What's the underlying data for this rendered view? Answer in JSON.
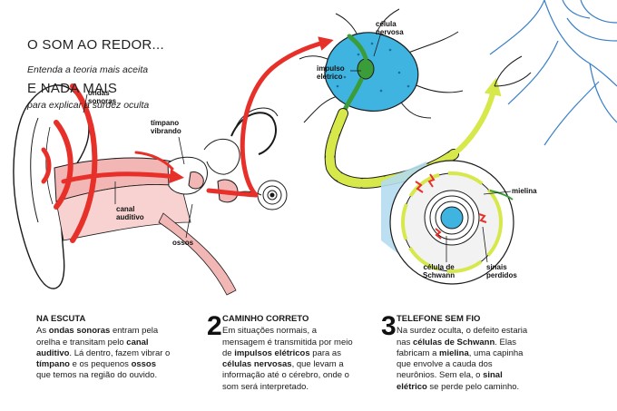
{
  "header": {
    "title_line1": "O SOM AO REDOR...",
    "title_line2": "E NADA MAIS",
    "subtitle_line1": "Entenda a teoria mais aceita",
    "subtitle_line2": "para explicar a surdez oculta"
  },
  "labels": {
    "ondas_sonoras": "ondas\nsonoras",
    "timpano_vibrando": "tímpano\nvibrando",
    "canal_auditivo": "canal\nauditivo",
    "ossos": "ossos",
    "celula_nervosa": "célula\nnervosa",
    "impulso_eletrico": "impulso\nelétrico",
    "mielina": "mielina",
    "celula_de_schwann": "célula de\nSchwann",
    "sinais_perdidos": "sinais\nperdidos"
  },
  "sections": [
    {
      "number": "",
      "heading": "NA ESCUTA",
      "body": [
        {
          "t": "As "
        },
        {
          "t": "ondas sonoras",
          "b": true
        },
        {
          "t": " entram pela orelha e transitam pelo "
        },
        {
          "t": "canal auditivo",
          "b": true
        },
        {
          "t": ". Lá dentro, fazem vibrar o "
        },
        {
          "t": "tímpano",
          "b": true
        },
        {
          "t": " e os pequenos "
        },
        {
          "t": "ossos",
          "b": true
        },
        {
          "t": " que temos na região do ouvido."
        }
      ]
    },
    {
      "number": "2",
      "heading": "CAMINHO CORRETO",
      "body": [
        {
          "t": "Em situações normais, a mensagem é transmitida por meio de "
        },
        {
          "t": "impulsos elétricos",
          "b": true
        },
        {
          "t": " para as "
        },
        {
          "t": "células nervosas",
          "b": true
        },
        {
          "t": ", que levam a informação até o cérebro, onde o som será interpretado."
        }
      ]
    },
    {
      "number": "3",
      "heading": "TELEFONE SEM FIO",
      "body": [
        {
          "t": "Na surdez oculta, o defeito estaria nas "
        },
        {
          "t": "células de Schwann",
          "b": true
        },
        {
          "t": ". Elas fabricam a "
        },
        {
          "t": "mielina",
          "b": true
        },
        {
          "t": ", uma capinha que envolve a cauda dos neurônios. Sem ela, o "
        },
        {
          "t": "sinal elétrico",
          "b": true
        },
        {
          "t": " se perde pelo caminho."
        }
      ]
    }
  ],
  "colors": {
    "red": "#e8302a",
    "cyan": "#3fb4e0",
    "green": "#3a9d3a",
    "yellow_green": "#d6e84a",
    "light_blue": "#b5dcef",
    "pink": "#f2b7b5",
    "ink": "#1a1a1a"
  }
}
